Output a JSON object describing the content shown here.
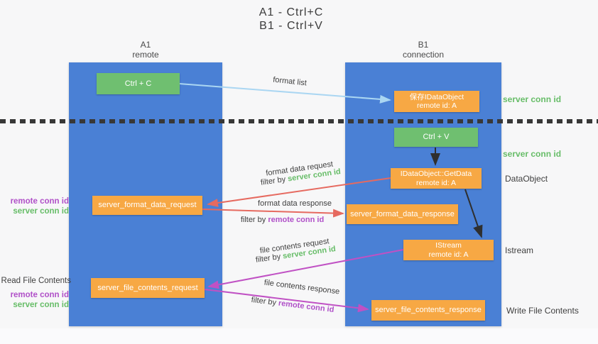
{
  "title": {
    "line1": "A1 - Ctrl+C",
    "line2": "B1 - Ctrl+V"
  },
  "columns": {
    "a": {
      "name": "A1",
      "role": "remote"
    },
    "b": {
      "name": "B1",
      "role": "connection"
    }
  },
  "nodes": {
    "ctrl_c": {
      "label": "Ctrl + C"
    },
    "ctrl_v": {
      "label": "Ctrl + V"
    },
    "save_idataobject": {
      "line1": "保存IDataObject",
      "line2": "remote id: A"
    },
    "idataobject_getdata": {
      "line1": "IDataObject::GetData",
      "line2": "remote id: A"
    },
    "istream": {
      "line1": "IStream",
      "line2": "remote id: A"
    },
    "server_format_data_request": {
      "label": "server_format_data_request"
    },
    "server_format_data_response": {
      "label": "server_format_data_response"
    },
    "server_file_contents_request": {
      "label": "server_file_contents_request"
    },
    "server_file_contents_response": {
      "label": "server_file_contents_response"
    }
  },
  "annotations": {
    "server_conn_id_top": "server conn id",
    "server_conn_id_mid": "server conn id",
    "dataobject": "DataObject",
    "istream": "Istream",
    "write_file_contents": "Write File Contents",
    "read_file_contents": "Read File Contents",
    "left_format": {
      "remote_conn_id": "remote conn id",
      "server_conn_id": "server conn id"
    },
    "left_file": {
      "remote_conn_id": "remote conn id",
      "server_conn_id": "server conn id"
    }
  },
  "flows": {
    "format_list": {
      "label": "format list"
    },
    "format_data_request": {
      "label": "format data request",
      "filter_prefix": "filter by ",
      "filter_key": "server conn id"
    },
    "format_data_response": {
      "label": "format data response",
      "filter_prefix": "filter by ",
      "filter_key": "remote conn id"
    },
    "file_contents_request": {
      "label": "file contents request",
      "filter_prefix": "filter by ",
      "filter_key": "server conn id"
    },
    "file_contents_response": {
      "label": "file contents response",
      "filter_prefix": "filter by ",
      "filter_key": "remote conn id"
    }
  },
  "colors": {
    "column_blue": "#4a80d5",
    "green_box": "#6fbf70",
    "orange_box": "#f7a844",
    "light_blue_arrow": "#aad6f2",
    "red_arrow": "#e66a60",
    "magenta_arrow": "#c051c4",
    "black_arrow": "#2f2f2f",
    "green_text": "#67bd68",
    "purple_text": "#b050c8",
    "dark_text": "#3f3f3f"
  }
}
